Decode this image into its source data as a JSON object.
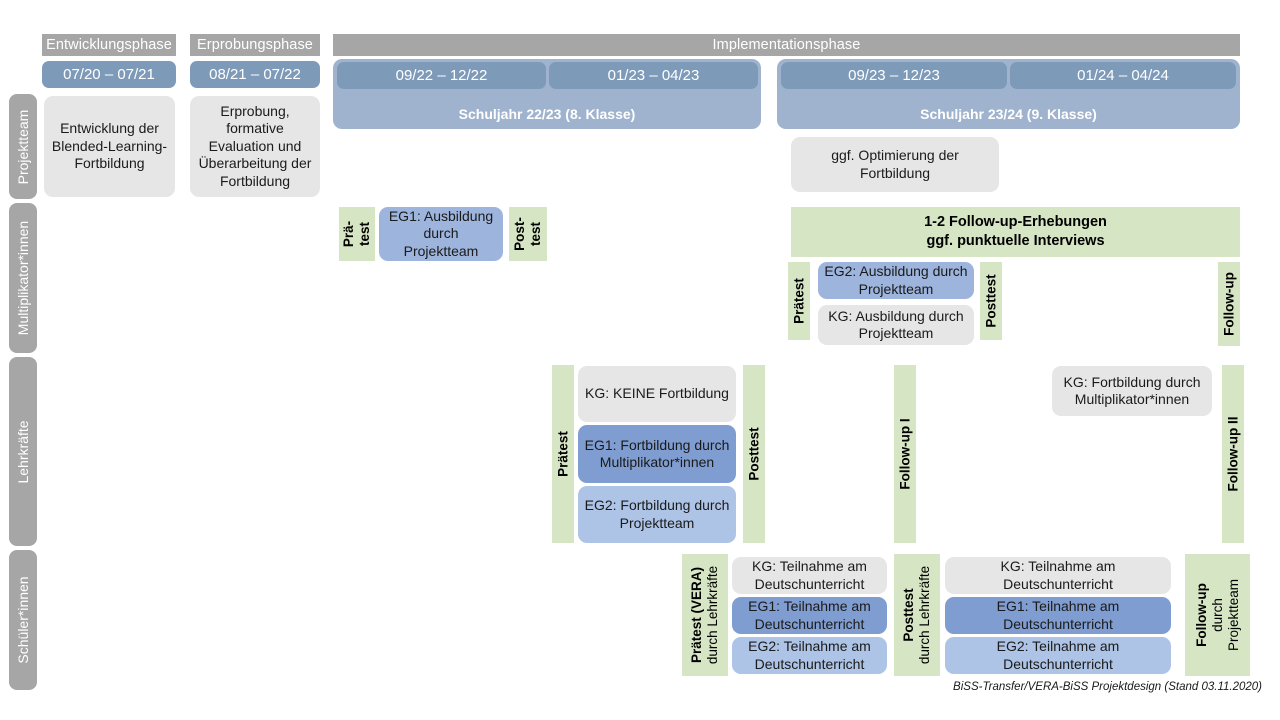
{
  "footer": {
    "note": "BiSS-Transfer/VERA-BiSS Projektdesign (Stand 03.11.2020)"
  },
  "phases": [
    {
      "label": "Entwicklungsphase"
    },
    {
      "label": "Erprobungsphase"
    },
    {
      "label": "Implementationsphase"
    }
  ],
  "periods": [
    {
      "label": "07/20 – 07/21"
    },
    {
      "label": "08/21 – 07/22"
    },
    {
      "label": "09/22 – 12/22"
    },
    {
      "label": "01/23 – 04/23"
    },
    {
      "label": "09/23 – 12/23"
    },
    {
      "label": "01/24 – 04/24"
    }
  ],
  "school_years": [
    {
      "label": "Schuljahr 22/23 (8. Klasse)"
    },
    {
      "label": "Schuljahr 23/24 (9. Klasse)"
    }
  ],
  "rows": [
    {
      "label": "Projektteam"
    },
    {
      "label": "Multiplikator*innen"
    },
    {
      "label": "Lehrkräfte"
    },
    {
      "label": "Schüler*innen"
    }
  ],
  "projektteam": {
    "entwicklung": "Entwicklung der Blended-Learning-Fortbildung",
    "erprobung": "Erprobung, formative Evaluation und Überarbeitung der Fortbildung",
    "optimierung": "ggf. Optimierung der Fortbildung"
  },
  "multiplikatoren": {
    "praetest_1_line1": "Prä-",
    "praetest_1_line2": "test",
    "eg1": "EG1: Ausbildung durch Projektteam",
    "posttest_1_line1": "Post-",
    "posttest_1_line2": "test",
    "praetest_2": "Prätest",
    "eg2": "EG2: Ausbildung durch Projektteam",
    "kg": "KG: Ausbildung durch Projektteam",
    "posttest_2": "Posttest",
    "followup": "Follow-up",
    "followup_band_line1": "1-2 Follow-up-Erhebungen",
    "followup_band_line2": "ggf. punktuelle Interviews"
  },
  "lehrkraefte": {
    "praetest": "Prätest",
    "kg_keine": "KG: KEINE Fortbildung",
    "eg1": "EG1: Fortbildung durch Multiplikator*innen",
    "eg2": "EG2: Fortbildung durch Projektteam",
    "posttest": "Posttest",
    "followup_1": "Follow-up I",
    "kg_fortbildung": "KG: Fortbildung durch Multiplikator*innen",
    "followup_2": "Follow-up II"
  },
  "schueler": {
    "praetest_main": "Prätest (VERA)",
    "praetest_sub": "durch Lehrkräfte",
    "kg_1": "KG: Teilnahme am Deutschunterricht",
    "eg1_1": "EG1: Teilnahme am Deutschunterricht",
    "eg2_1": "EG2: Teilnahme am Deutschunterricht",
    "posttest_main": "Posttest",
    "posttest_sub": "durch Lehrkräfte",
    "kg_2": "KG: Teilnahme am Deutschunterricht",
    "eg1_2": "EG1: Teilnahme am Deutschunterricht",
    "eg2_2": "EG2: Teilnahme am Deutschunterricht",
    "followup_main": "Follow-up",
    "followup_sub1": "durch",
    "followup_sub2": "Projektteam"
  },
  "colors": {
    "grey_header": "#a6a6a6",
    "date_bar": "#7e9ab9",
    "school_year": "#9fb3ce",
    "box_grey": "#e6e6e6",
    "blue_dark": "#7f9dd0",
    "blue_mid": "#9db4dd",
    "blue_light": "#aec4e6",
    "green": "#d6e5c3"
  }
}
